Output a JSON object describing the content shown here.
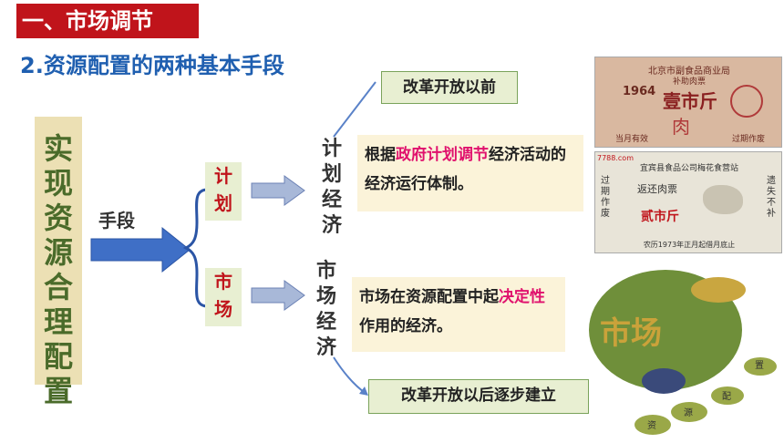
{
  "header": {
    "title": "一、市场调节"
  },
  "subtitle": "2.资源配置的两种基本手段",
  "left_box": {
    "chars": [
      "实",
      "现",
      "资",
      "源",
      "合",
      "理",
      "配",
      "置"
    ]
  },
  "means_label": "手段",
  "branches": {
    "plan": {
      "tag_chars": [
        "计",
        "划"
      ],
      "economy_chars": [
        "计",
        "划",
        "经",
        "济"
      ]
    },
    "market": {
      "tag_chars": [
        "市",
        "场"
      ],
      "economy_chars": [
        "市",
        "场",
        "经",
        "济"
      ]
    }
  },
  "notes": {
    "before_reform": "改革开放以前",
    "after_reform": "改革开放以后逐步建立"
  },
  "plan_desc": {
    "prefix": "根据",
    "highlight": "政府计划调节",
    "suffix": "经济活动的经济运行体制。"
  },
  "market_desc": {
    "prefix": "市场在资源配置中起",
    "highlight": "决定性",
    "suffix": "作用的经济。"
  },
  "ticket1": {
    "header": "北京市副食品商业局",
    "sub": "补助肉票",
    "year": "1964",
    "amount": "壹市斤",
    "char": "肉",
    "footer_left": "当月有效",
    "footer_right": "过期作废"
  },
  "ticket2": {
    "header": "宜宾县食品公司梅花食营站",
    "title": "返还肉票",
    "amount": "贰市斤",
    "left_text": "过期作废",
    "right_text": "遗失不补",
    "footer": "农历1973年正月起借月底止",
    "watermark": "7788.com"
  },
  "market_img": {
    "big_text": "市场",
    "bowls": [
      "资",
      "源",
      "配",
      "置"
    ]
  },
  "colors": {
    "banner": "#c0141b",
    "subtitle": "#1f5fb0",
    "highlight": "#e0116d",
    "arrow": "#3f6fc6"
  }
}
